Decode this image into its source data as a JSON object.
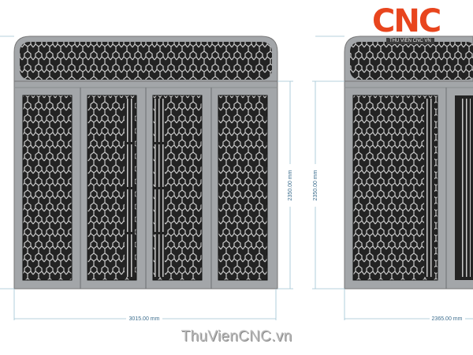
{
  "drawing": {
    "left_gate": {
      "width_label": "3015.00 mm",
      "height_label": "2350.00 mm",
      "leaves": 4
    },
    "right_gate": {
      "width_label": "2365.00 mm",
      "height_label": "2350.00 mm"
    }
  },
  "logo": {
    "text": "CNC",
    "subtitle": "THU VIEN CNC VN"
  },
  "watermark": "ThuVienCNC.vn",
  "colors": {
    "frame": "#a3a6a9",
    "panel": "#232323",
    "pattern": "#c8c8c8",
    "dimension": "#9fc3d3",
    "logo": "#e8451e"
  }
}
